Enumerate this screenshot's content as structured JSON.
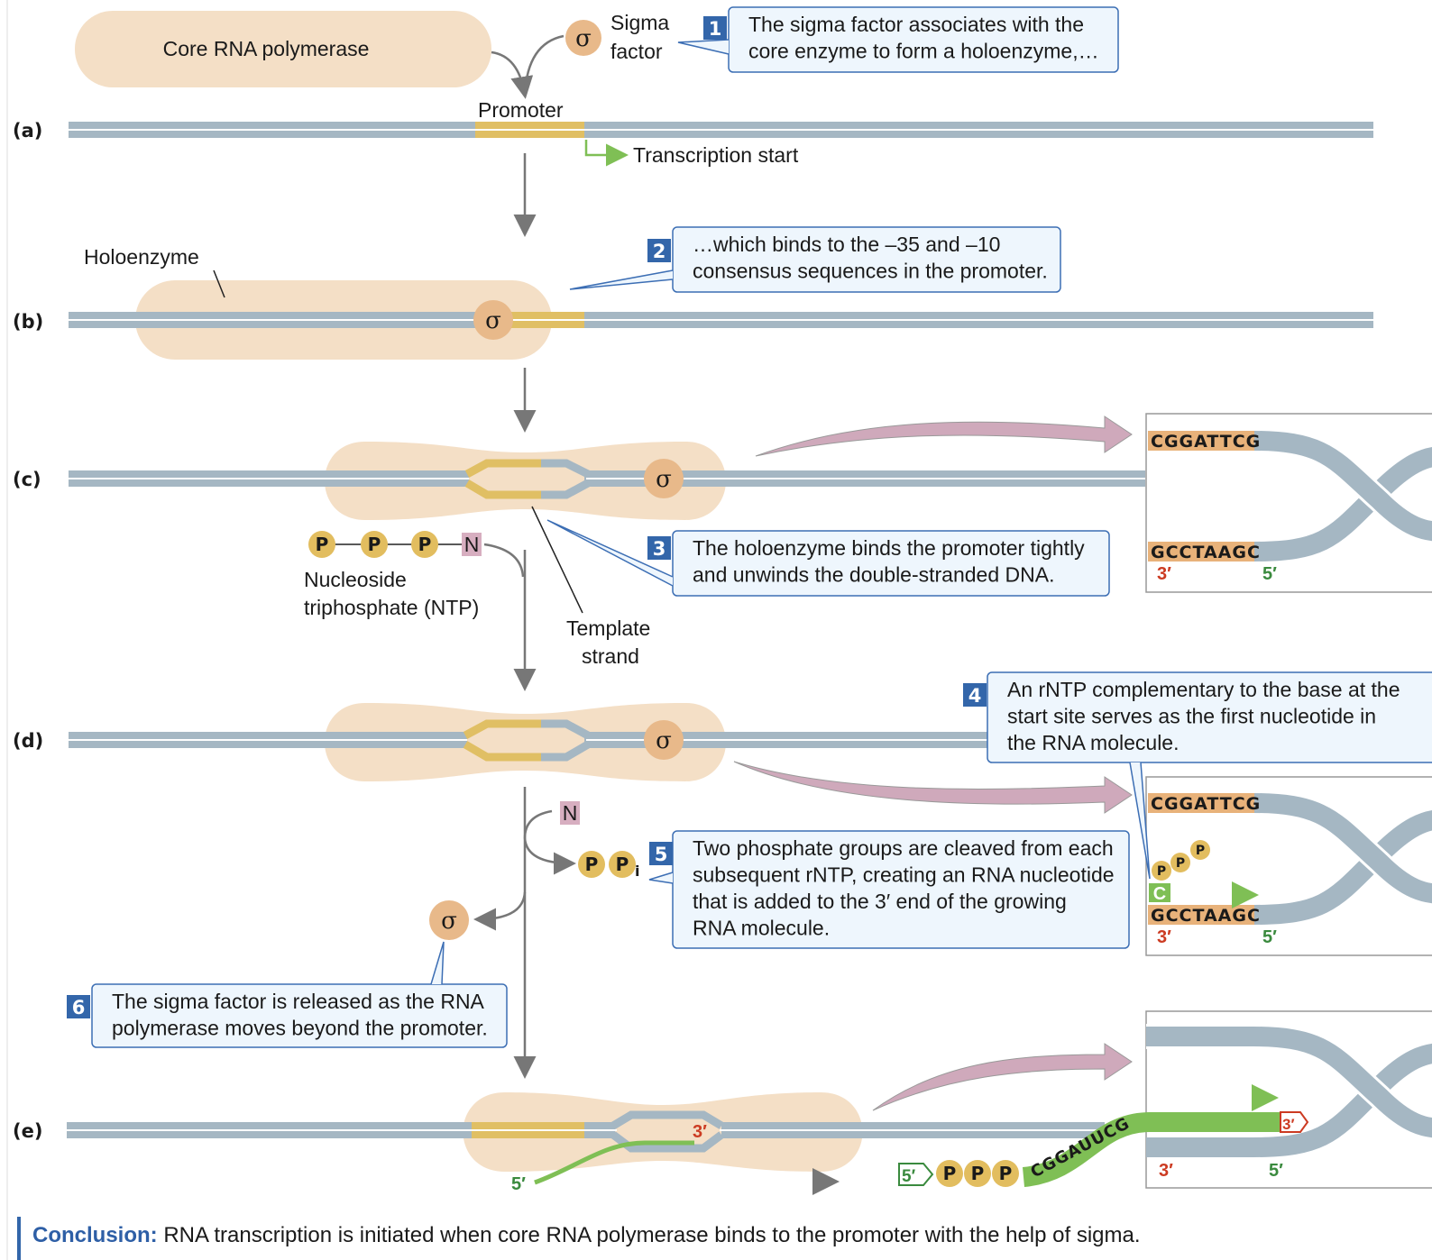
{
  "panels": {
    "a": "(a)",
    "b": "(b)",
    "c": "(c)",
    "d": "(d)",
    "e": "(e)"
  },
  "labels": {
    "core_polymerase": "Core RNA polymerase",
    "sigma_symbol": "σ",
    "sigma_line1": "Sigma",
    "sigma_line2": "factor",
    "promoter": "Promoter",
    "transcription_start": "Transcription start",
    "holoenzyme": "Holoenzyme",
    "ntp_line1": "Nucleoside",
    "ntp_line2": "triphosphate (NTP)",
    "template_line1": "Template",
    "template_line2": "strand",
    "phosphate": "P",
    "nucleoside": "N",
    "pi_sub": "i",
    "three_prime": "3′",
    "five_prime": "5′",
    "first_nucleotide": "C"
  },
  "steps": [
    {
      "num": "1",
      "lines": [
        "The sigma factor associates with the",
        "core enzyme to form a holoenzyme,…"
      ]
    },
    {
      "num": "2",
      "lines": [
        "…which binds to the –35 and –10",
        "consensus sequences in the promoter."
      ]
    },
    {
      "num": "3",
      "lines": [
        "The holoenzyme binds the promoter tightly",
        "and unwinds the double-stranded DNA."
      ]
    },
    {
      "num": "4",
      "lines": [
        "An rNTP complementary to the base at the",
        "start site serves as the first nucleotide in",
        "the RNA molecule."
      ]
    },
    {
      "num": "5",
      "lines": [
        "Two phosphate groups are cleaved from each",
        "subsequent rNTP, creating an RNA nucleotide",
        "that is added to the 3′ end of the growing",
        "RNA molecule."
      ]
    },
    {
      "num": "6",
      "lines": [
        "The sigma factor is released as the RNA",
        "polymerase moves beyond the promoter."
      ]
    }
  ],
  "sequences": {
    "top": "CGGATTCG",
    "bottom": "GCCTAAGC",
    "rna": "CGGAUUCG"
  },
  "conclusion": {
    "label": "Conclusion:",
    "text": " RNA transcription is initiated when core RNA polymerase binds to the promoter with the help of sigma."
  },
  "colors": {
    "enzyme": "#f4dfc6",
    "sigma": "#e8b98a",
    "dna": "#a5b7c3",
    "promoter": "#e0bf64",
    "rna": "#7fbf55",
    "pink_arrow": "#cfa9bb",
    "step_badge": "#3366aa",
    "step_box": "#eef6fd",
    "phosphate": "#e2bd5f",
    "nucleoside": "#d7aec0"
  }
}
